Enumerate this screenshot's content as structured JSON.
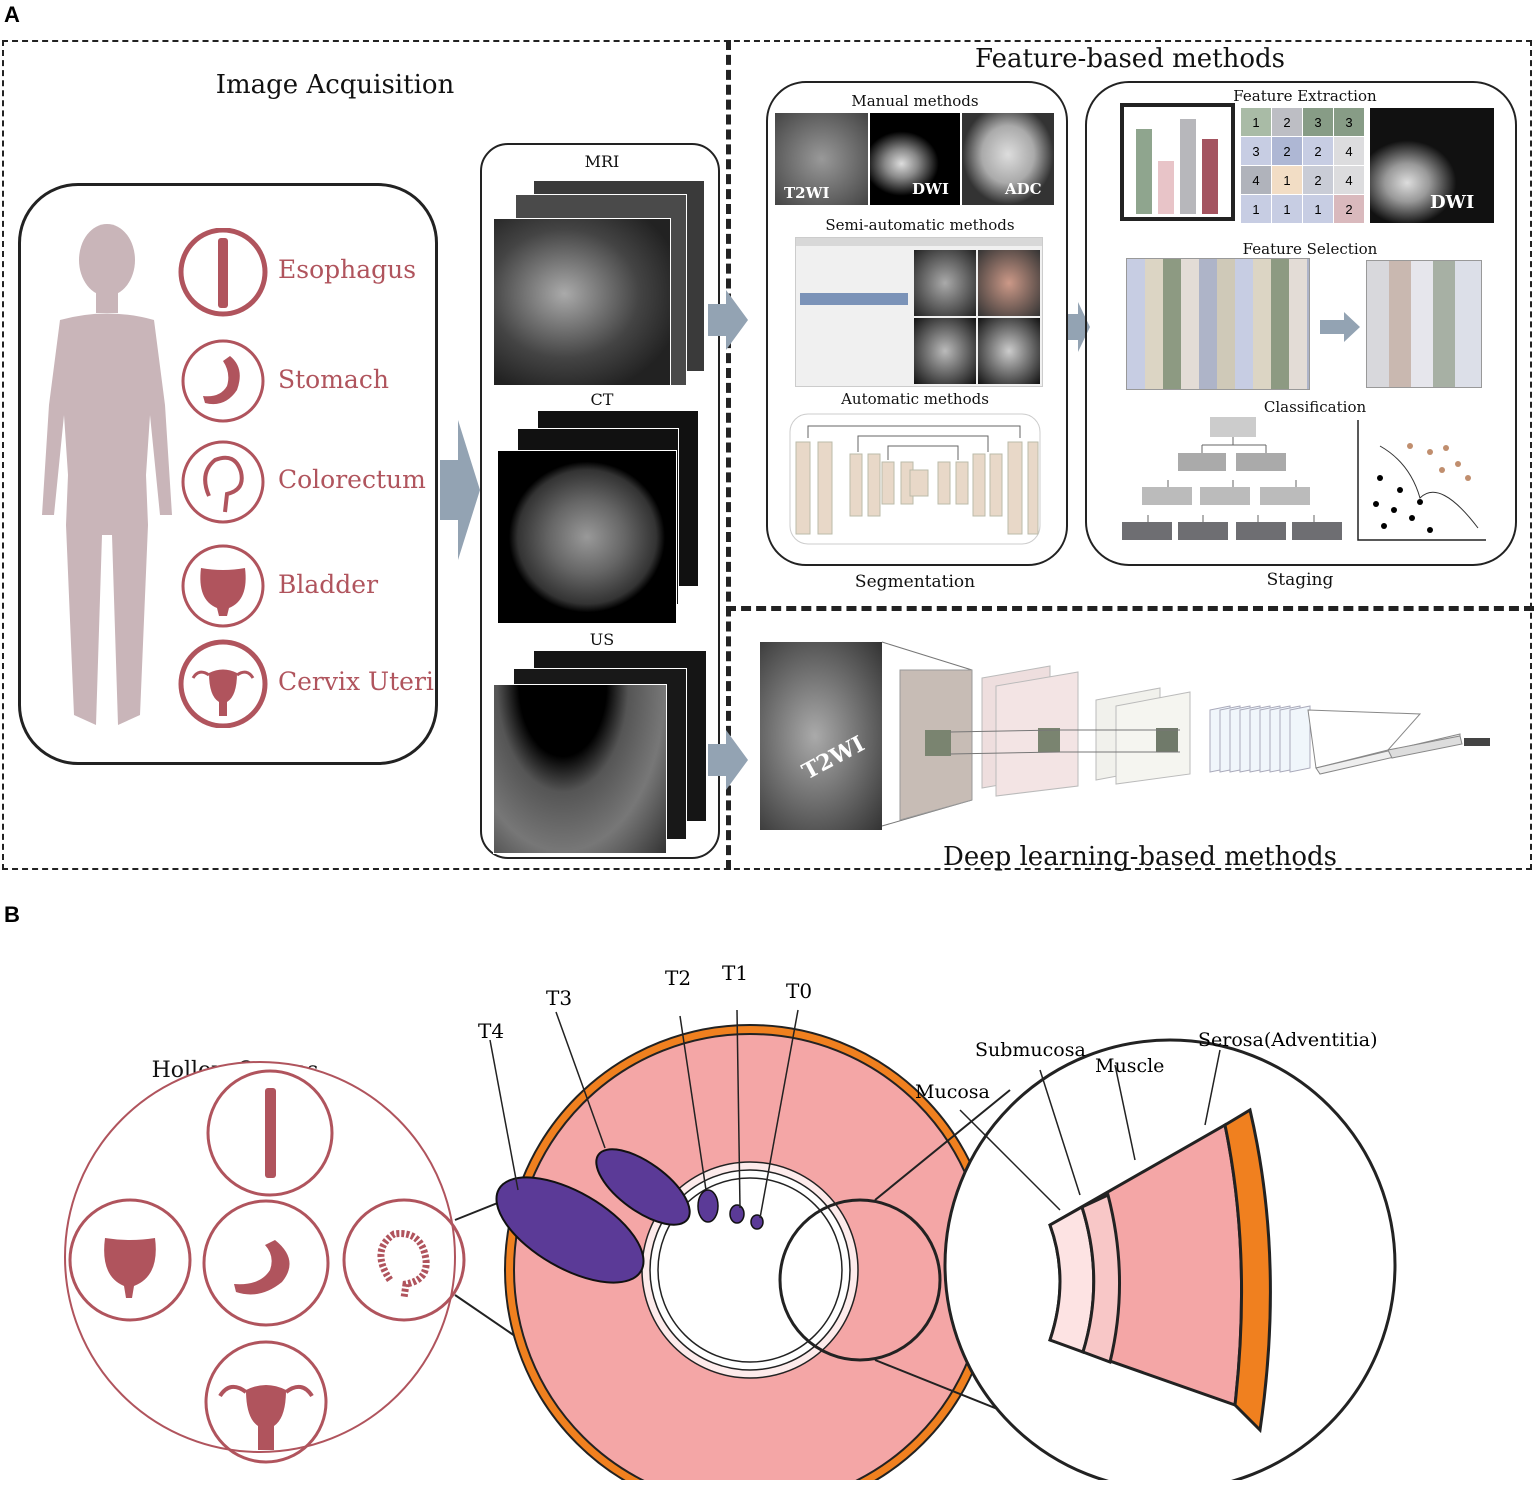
{
  "panelA": {
    "letter": "A",
    "acquisition_title": "Image Acquisition",
    "organs": [
      {
        "label": "Esophagus",
        "icon": "esophagus-icon"
      },
      {
        "label": "Stomach",
        "icon": "stomach-icon"
      },
      {
        "label": "Colorectum",
        "icon": "colorectum-icon"
      },
      {
        "label": "Bladder",
        "icon": "bladder-icon"
      },
      {
        "label": "Cervix Uteri",
        "icon": "uterus-icon"
      }
    ],
    "modalities": [
      "MRI",
      "CT",
      "US"
    ],
    "feature_title": "Feature-based methods",
    "segmentation": {
      "manual": "Manual methods",
      "semi": "Semi-automatic methods",
      "auto": "Automatic methods",
      "caption": "Segmentation",
      "img_labels": [
        "T2WI",
        "DWI",
        "ADC"
      ]
    },
    "staging": {
      "extraction": "Feature Extraction",
      "selection": "Feature Selection",
      "classification": "Classification",
      "caption": "Staging",
      "dwi_label": "DWI",
      "matrix": [
        [
          "1",
          "2",
          "3",
          "3"
        ],
        [
          "3",
          "2",
          "2",
          "4"
        ],
        [
          "4",
          "1",
          "2",
          "4"
        ],
        [
          "1",
          "1",
          "1",
          "2"
        ]
      ]
    },
    "deep_title": "Deep learning-based methods",
    "deep_img_label": "T2WI"
  },
  "panelB": {
    "letter": "B",
    "hollow_title": "Hollow Organs",
    "stages": [
      "T4",
      "T3",
      "T2",
      "T1",
      "T0"
    ],
    "layers": [
      "Mucosa",
      "Submucosa",
      "Muscle",
      "Serosa(Adventitia)"
    ]
  },
  "colors": {
    "organ": "#b0545d",
    "silhouette": "#c9b5b9",
    "arrow": "#93a3b3",
    "tumor": "#5b3a97",
    "wall": "#f4a6a6",
    "serosa": "#f0801f"
  }
}
